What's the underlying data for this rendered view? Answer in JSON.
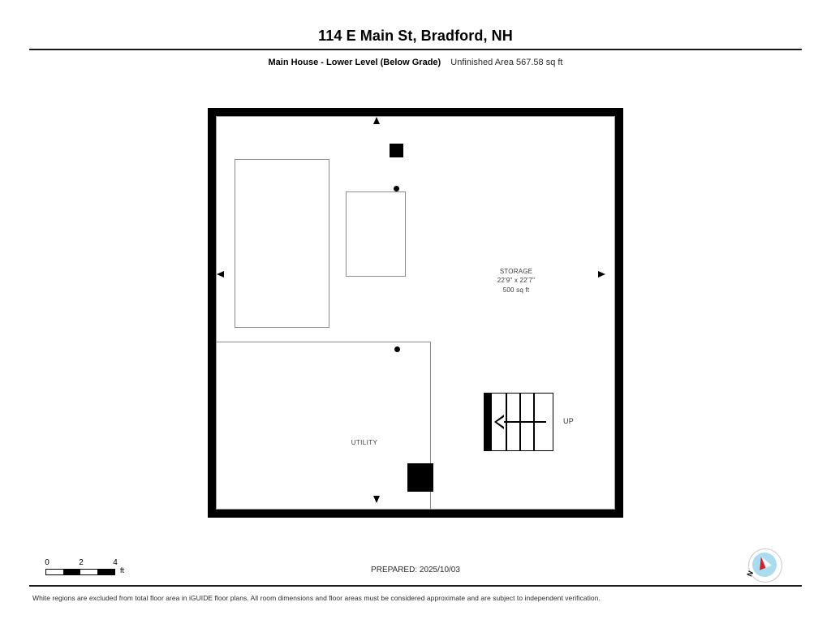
{
  "header": {
    "title": "114 E Main St, Bradford, NH",
    "level_label": "Main House - Lower Level (Below Grade)",
    "area_label": "Unfinished Area 567.58 sq ft"
  },
  "floorplan": {
    "rooms": [
      {
        "name": "STORAGE",
        "dimensions": "22'9\" x 22'7\"",
        "area": "500 sq ft"
      },
      {
        "name": "UTILITY",
        "dimensions": "",
        "area": ""
      }
    ],
    "stairs": {
      "label": "UP",
      "direction": "left"
    },
    "wall_color": "#000000",
    "excluded_region_color": "#ffffff"
  },
  "scalebar": {
    "tick_0": "0",
    "tick_2": "2",
    "tick_4": "4",
    "unit": "ft"
  },
  "prepared": {
    "text": "PREPARED: 2025/10/03"
  },
  "compass": {
    "north_label": "N",
    "disc_color": "#aadcf0",
    "needle_color": "#d81f26"
  },
  "footer": {
    "disclaimer": "White regions are excluded from total floor area in iGUIDE floor plans. All room dimensions and floor areas must be considered approximate and are subject to independent verification."
  }
}
